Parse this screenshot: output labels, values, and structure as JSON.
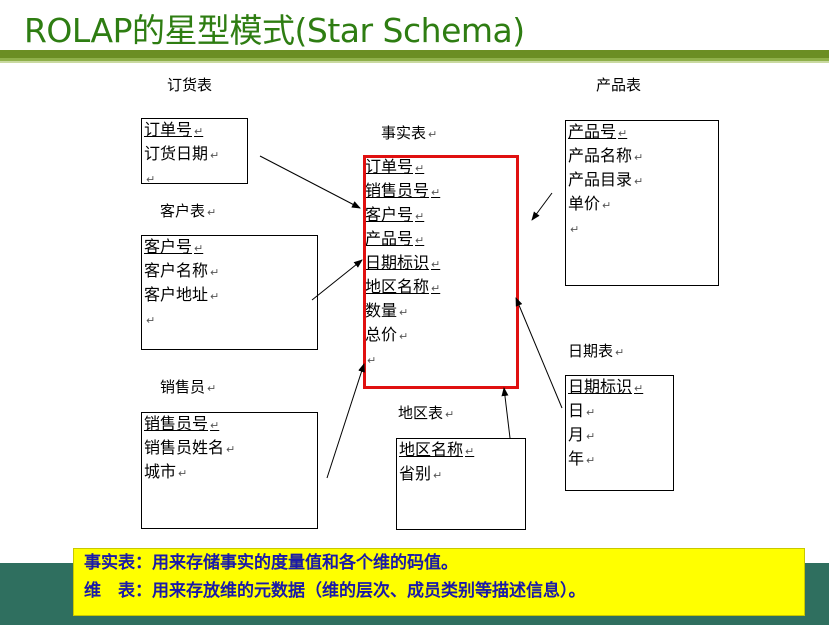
{
  "title": "ROLAP的星型模式(Star Schema)",
  "tables": {
    "order": {
      "label": "订货表",
      "fields": [
        "订单号",
        "订货日期"
      ]
    },
    "customer": {
      "label": "客户表",
      "fields": [
        "客户号",
        "客户名称",
        "客户地址"
      ]
    },
    "salesperson": {
      "label": "销售员",
      "fields": [
        "销售员号",
        "销售员姓名",
        "城市"
      ]
    },
    "fact": {
      "label": "事实表",
      "fields": [
        "订单号",
        "销售员号",
        "客户号",
        "产品号",
        "日期标识",
        "地区名称",
        "数量",
        "总价"
      ]
    },
    "region": {
      "label": "地区表",
      "fields": [
        "地区名称",
        "省别"
      ]
    },
    "product": {
      "label": "产品表",
      "fields": [
        "产品号",
        "产品名称",
        "产品目录",
        "单价"
      ]
    },
    "date": {
      "label": "日期表",
      "fields": [
        "日期标识",
        "日",
        "月",
        "年"
      ]
    }
  },
  "paragraph_mark": "↵",
  "note": {
    "line1": "事实表：用来存储事实的度量值和各个维的码值。",
    "line2": "维　表：用来存放维的元数据（维的层次、成员类别等描述信息）。"
  }
}
